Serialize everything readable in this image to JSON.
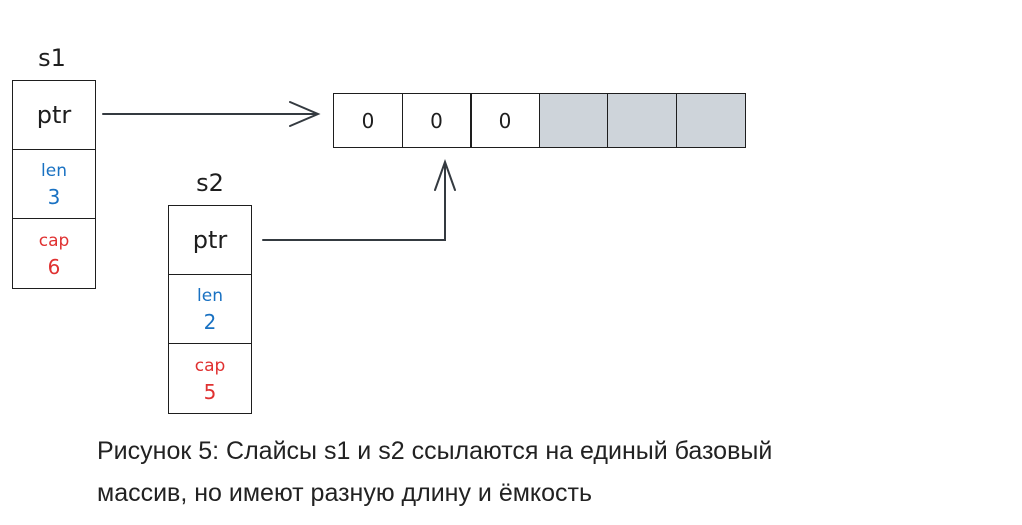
{
  "slices": [
    {
      "name": "s1",
      "ptr_label": "ptr",
      "len_label": "len",
      "len": "3",
      "cap_label": "cap",
      "cap": "6"
    },
    {
      "name": "s2",
      "ptr_label": "ptr",
      "len_label": "len",
      "len": "2",
      "cap_label": "cap",
      "cap": "5"
    }
  ],
  "array": {
    "values": [
      "0",
      "0",
      "0",
      "",
      "",
      ""
    ],
    "fill_empty": "#ced4da"
  },
  "colors": {
    "len": "#1971c2",
    "cap": "#e03131",
    "stroke": "#1e1e1e"
  },
  "caption": {
    "line1": "Рисунок 5: Слайсы s1 и s2 ссылаются на единый базовый",
    "line2": "массив, но имеют разную длину и ёмкость"
  }
}
